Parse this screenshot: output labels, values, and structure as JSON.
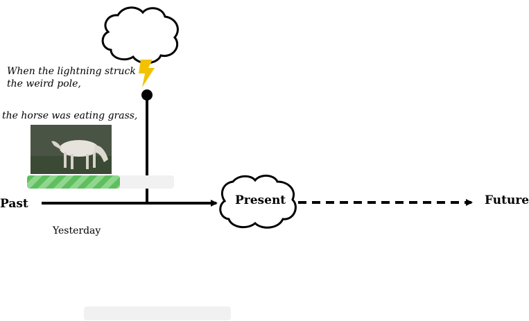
{
  "texts": {
    "lightning_caption_line1": "When the lightning struck",
    "lightning_caption_line2": "the weird pole,",
    "horse_caption": "the horse was eating grass,",
    "past": "Past",
    "present": "Present",
    "future": "Future",
    "yesterday": "Yesterday"
  },
  "progress": {
    "fraction": 0.63,
    "color": "#5fbf5f"
  },
  "icons": {
    "cloud": "cloud-icon",
    "lightning": "lightning-bolt-icon",
    "horse": "horse-photo"
  },
  "colors": {
    "lightning": "#f2c200",
    "line": "#000000",
    "photo_bg": "#3b4535"
  }
}
